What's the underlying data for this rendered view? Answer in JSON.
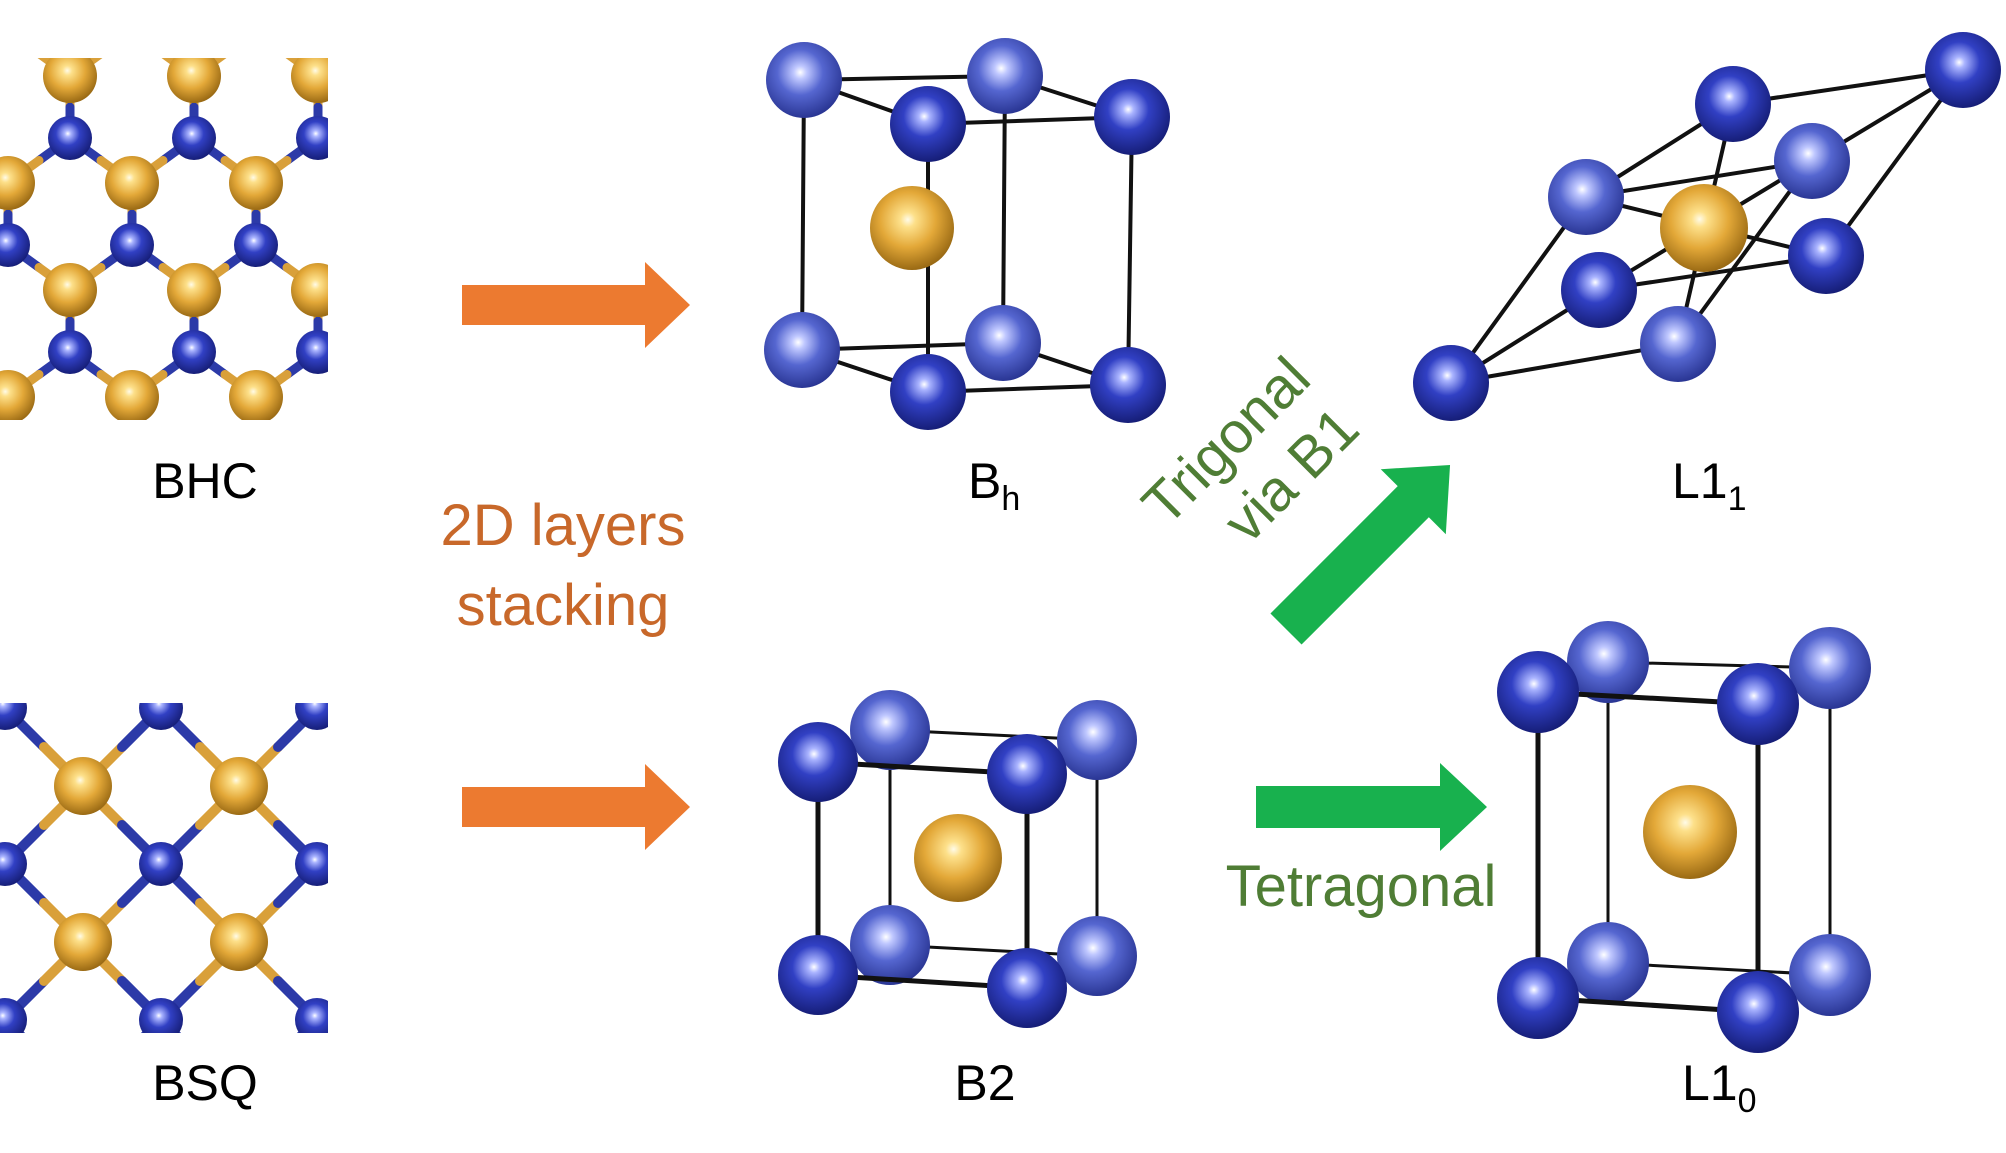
{
  "labels": {
    "bhc": "BHC",
    "bsq": "BSQ",
    "bh_base": "B",
    "bh_sub": "h",
    "b2": "B2",
    "l11_base": "L1",
    "l11_sub": "1",
    "l10_base": "L1",
    "l10_sub": "0"
  },
  "arrows": {
    "stacking_line1": "2D layers",
    "stacking_line2": "stacking",
    "trigonal_line1": "Trigonal",
    "trigonal_line2": "via B1",
    "tetragonal": "Tetragonal"
  },
  "colors": {
    "blue_atom": "#2b37b0",
    "blue_atom_back": "#4a5ac8",
    "gold_atom": "#e3a838",
    "bond": "#111111",
    "orange_arrow": "#ec7a30",
    "orange_text": "#c8682a",
    "green_arrow": "#18b14e",
    "green_text": "#4f7d35"
  }
}
